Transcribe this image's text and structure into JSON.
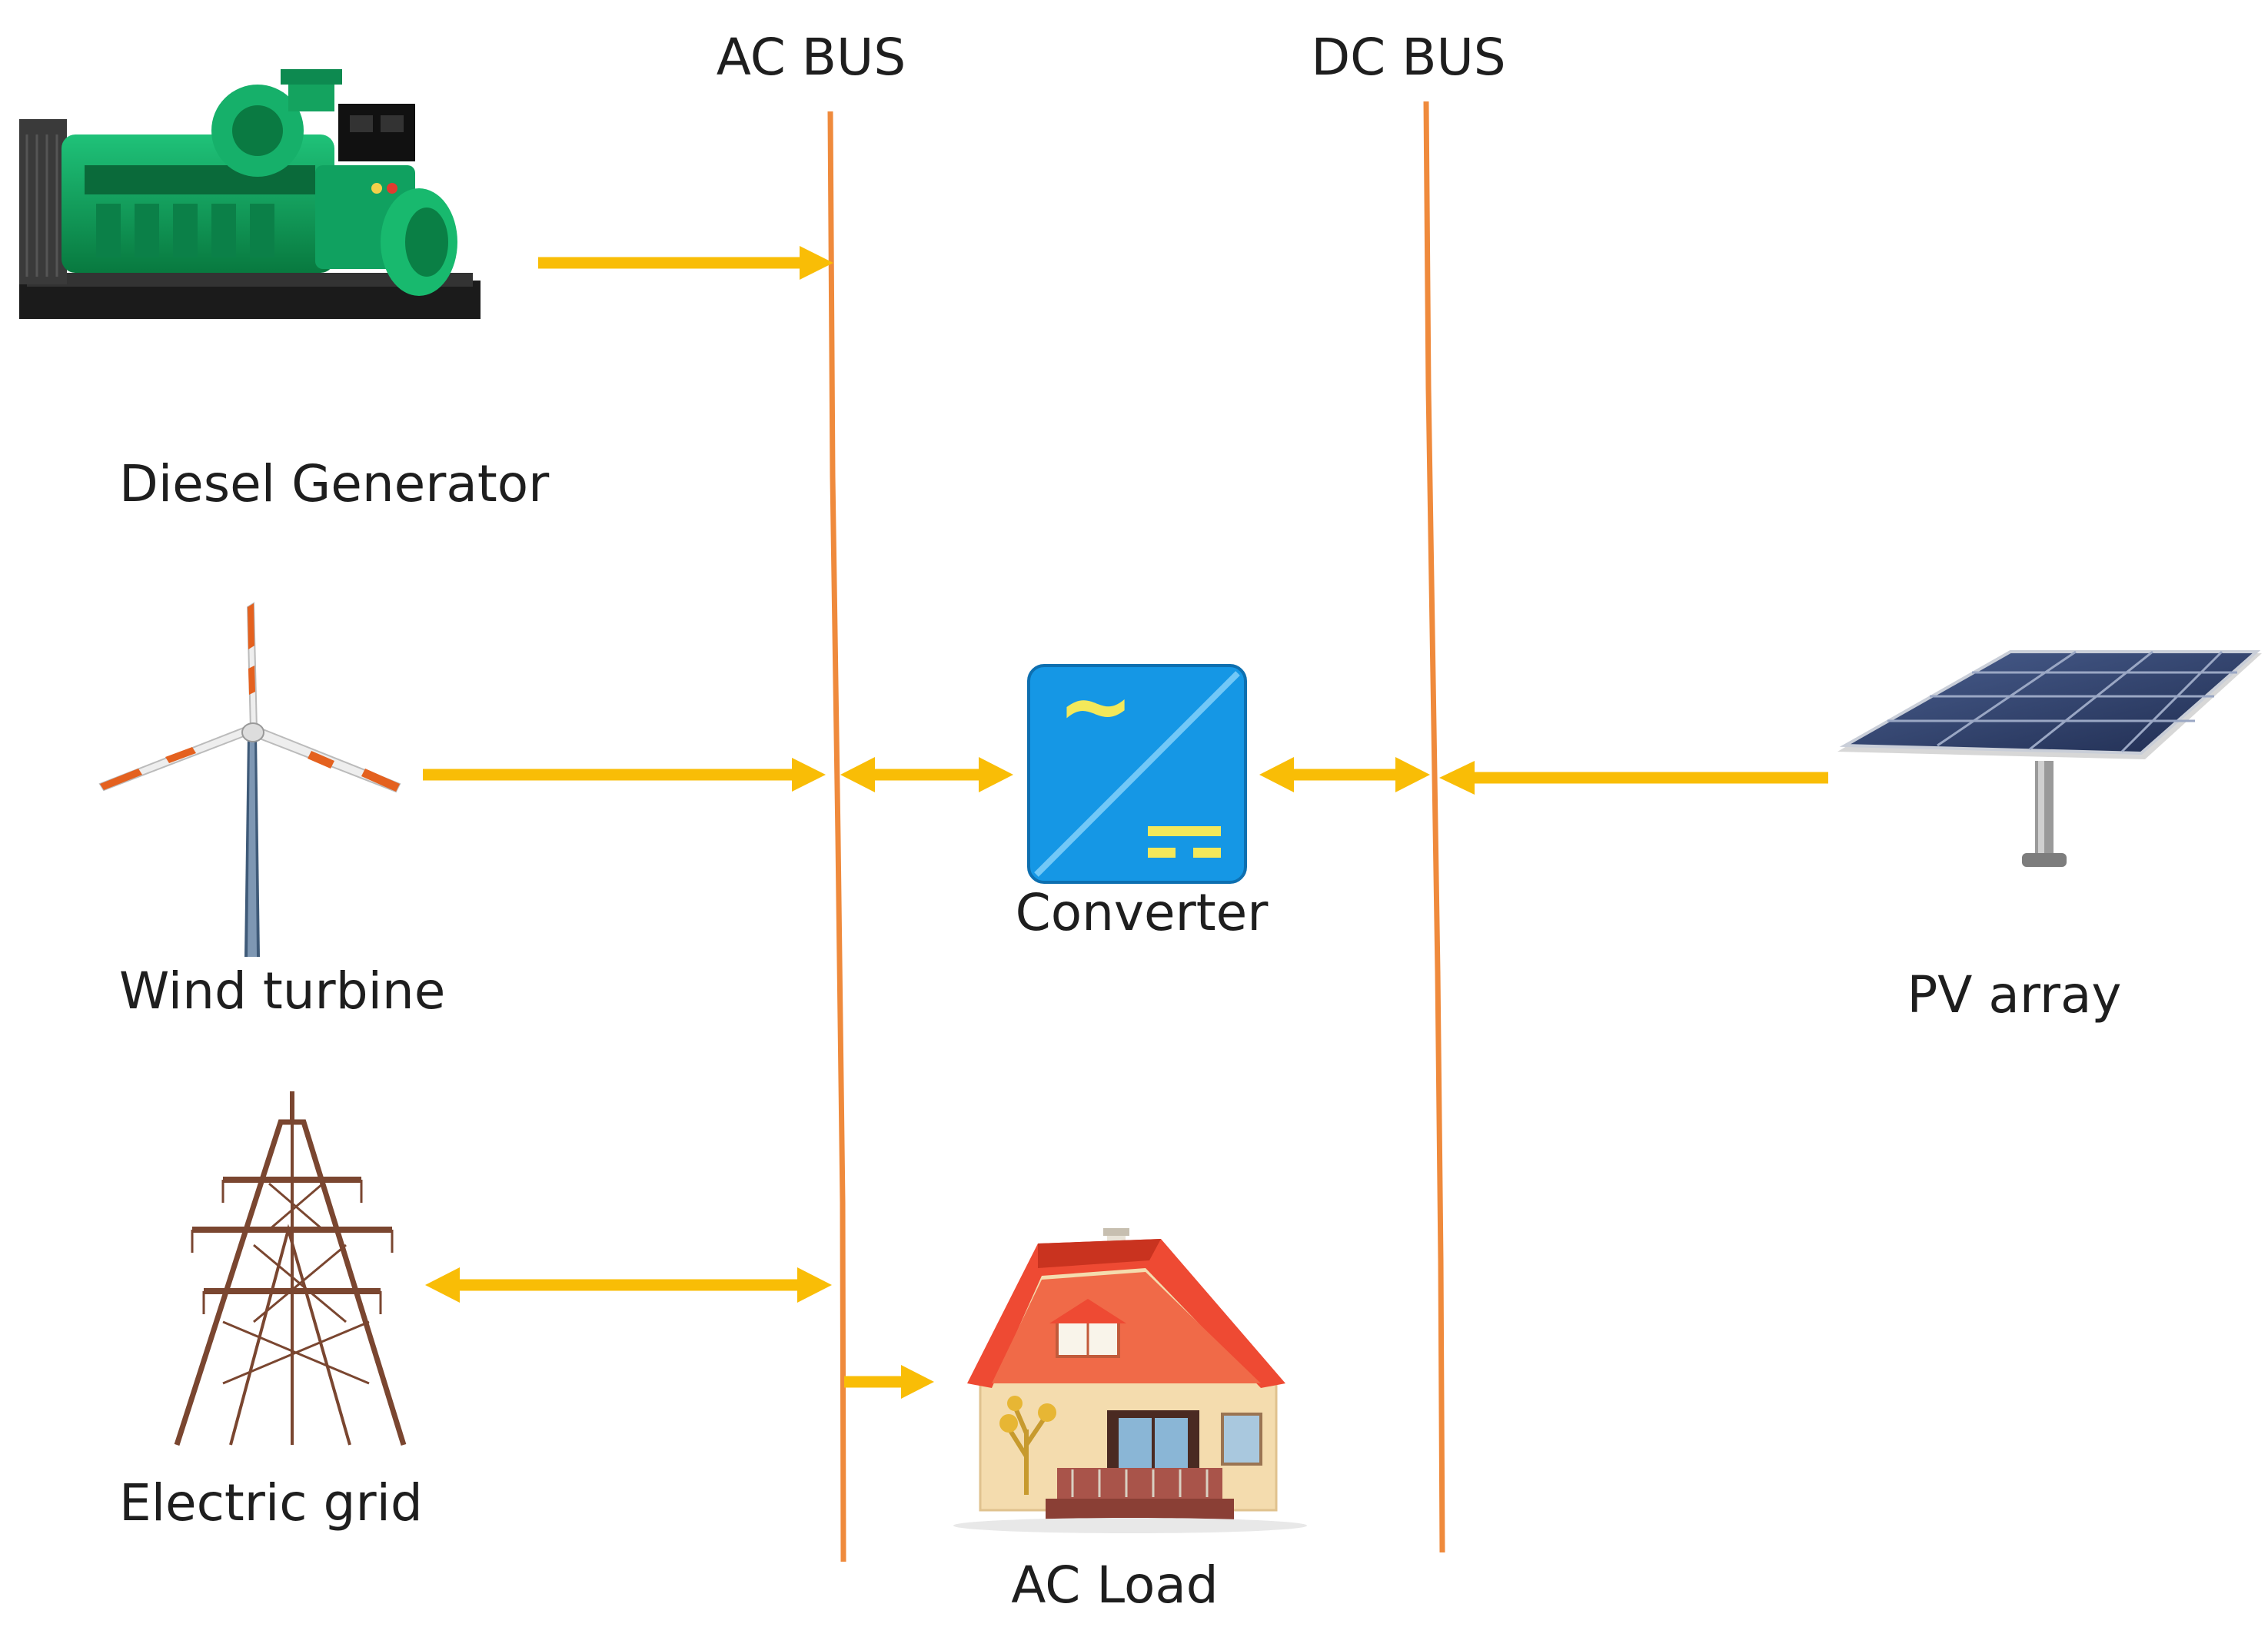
{
  "labels": {
    "ac_bus": "AC BUS",
    "dc_bus": "DC BUS",
    "diesel_generator": "Diesel Generator",
    "wind_turbine": "Wind turbine",
    "electric_grid": "Electric grid",
    "converter": "Converter",
    "pv_array": "PV array",
    "ac_load": "AC Load"
  },
  "converter_symbols": {
    "ac": "~",
    "dc": "="
  },
  "colors": {
    "bus_line": "#ef8a3c",
    "arrow": "#f9bd06",
    "converter_blue": "#1597e5",
    "converter_symbol": "#f3e85a",
    "generator_green": "#0c9a55",
    "roof_red": "#ee4a33",
    "house_wall": "#f4dcae",
    "panel_dark": "#2b3e6b",
    "tower_brown": "#7a4630"
  }
}
